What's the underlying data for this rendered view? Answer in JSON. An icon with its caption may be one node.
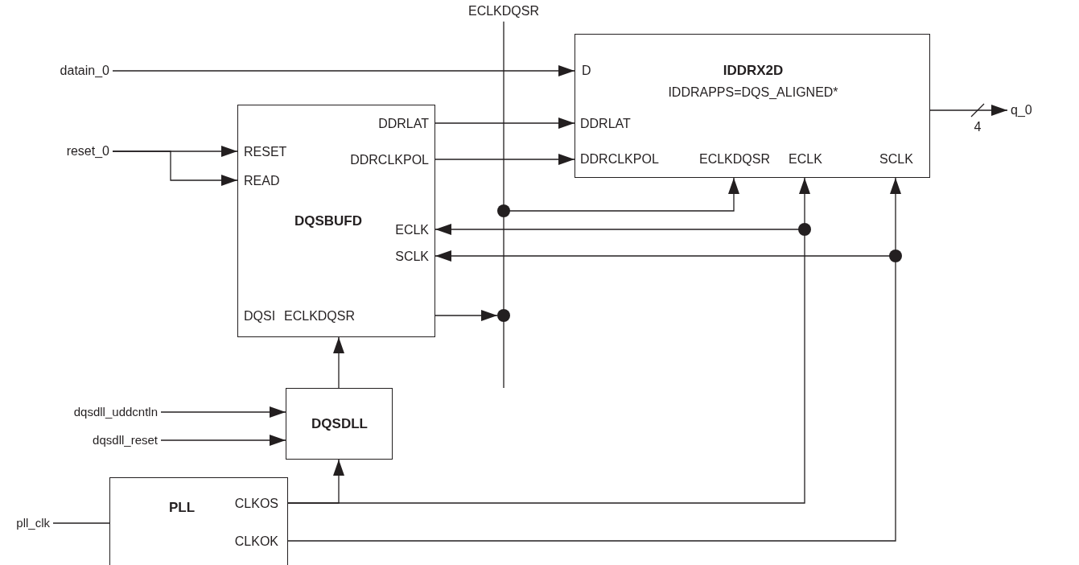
{
  "diagram": {
    "nodes": [
      {
        "text": [
          "ECLKDQSR"
        ]
      },
      {
        "text": [
          "IDDRX2D",
          "IDDRAPPS=DQS_ALIGNED*",
          "D",
          "DDRLAT",
          "DDRCLKPOL",
          "ECLKDQSR",
          "ECLK",
          "SCLK"
        ]
      },
      {
        "text": [
          "datain_0"
        ]
      },
      {
        "text": [
          "DQSBUFD",
          "RESET",
          "READ",
          "DDRLAT",
          "DDRCLKPOL",
          "ECLK",
          "SCLK",
          "DQSI",
          "ECLKDQSR"
        ]
      },
      {
        "text": [
          "reset_0"
        ]
      },
      {
        "text": [
          "q_0"
        ]
      },
      {
        "text": [
          "dqsdll_uddcntln"
        ]
      },
      {
        "text": [
          "dqsdll_reset"
        ]
      },
      {
        "text": [
          "DQSDLL"
        ]
      },
      {
        "text": [
          "pll_clk"
        ]
      },
      {
        "text": [
          "PLL",
          "CLKOS",
          "CLKOK"
        ]
      }
    ],
    "edges": [
      {
        "from": 0,
        "to": null,
        "arrow": "none"
      },
      {
        "from": 2,
        "to": 1,
        "arrow": "to"
      },
      {
        "from": 4,
        "to": 3,
        "arrow": "to"
      },
      {
        "from": 4,
        "to": 3,
        "arrow": "to"
      },
      {
        "from": 3,
        "to": 1,
        "arrow": "to"
      },
      {
        "from": 3,
        "to": 1,
        "arrow": "to"
      },
      {
        "from": 3,
        "to": null,
        "arrow": "to"
      },
      {
        "from": null,
        "to": 1,
        "arrow": "to"
      },
      {
        "from": null,
        "to": 3,
        "arrow": "to"
      },
      {
        "from": null,
        "to": 3,
        "arrow": "to"
      },
      {
        "from": 1,
        "to": 5,
        "arrow": "to",
        "label": "4"
      },
      {
        "from": 6,
        "to": 8,
        "arrow": "to"
      },
      {
        "from": 7,
        "to": 8,
        "arrow": "to"
      },
      {
        "from": 8,
        "to": 3,
        "arrow": "to"
      },
      {
        "from": 9,
        "to": 10,
        "arrow": "none"
      },
      {
        "from": 10,
        "to": 8,
        "arrow": "to"
      },
      {
        "from": 10,
        "to": 1,
        "arrow": "to"
      },
      {
        "from": 10,
        "to": 1,
        "arrow": "to"
      }
    ]
  }
}
